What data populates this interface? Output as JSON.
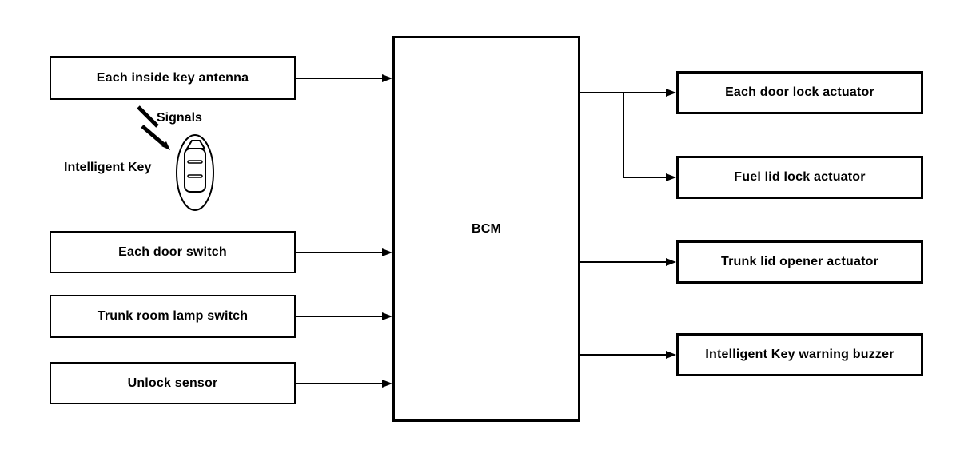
{
  "diagram": {
    "background": "#ffffff",
    "line_color": "#000000",
    "bcm": {
      "label": "BCM"
    },
    "inputs": [
      {
        "label": "Each inside key antenna"
      },
      {
        "label": "Each door switch"
      },
      {
        "label": "Trunk room lamp switch"
      },
      {
        "label": "Unlock sensor"
      }
    ],
    "outputs": [
      {
        "label": "Each door lock actuator"
      },
      {
        "label": "Fuel lid lock actuator"
      },
      {
        "label": "Trunk lid opener actuator"
      },
      {
        "label": "Intelligent Key warning buzzer"
      }
    ],
    "annotations": {
      "signals": "Signals",
      "intelligent_key": "Intelligent Key"
    }
  }
}
